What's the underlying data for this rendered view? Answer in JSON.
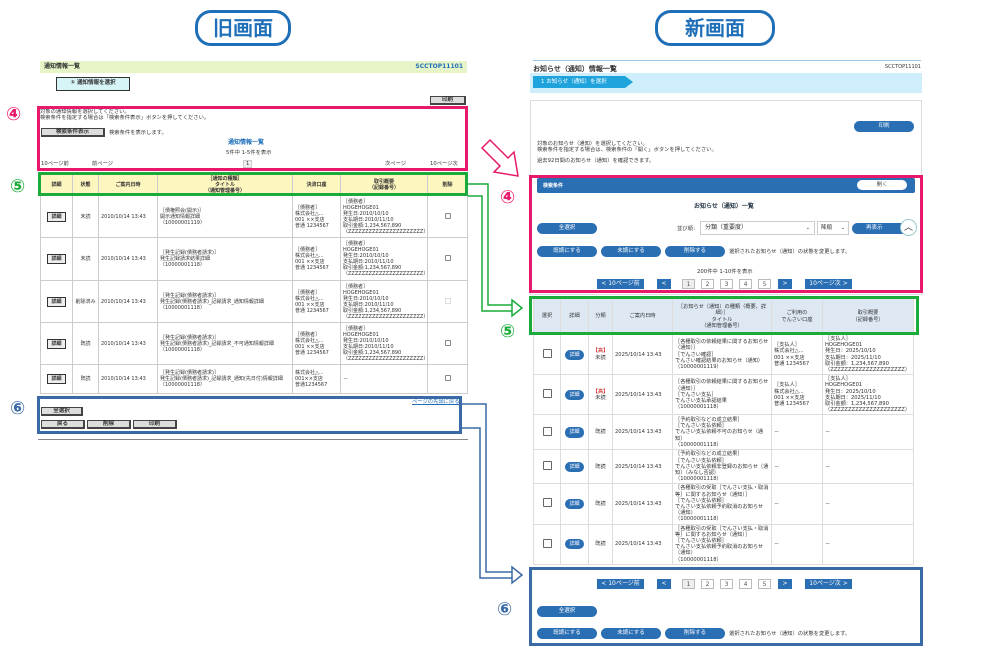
{
  "labels": {
    "old": "旧画面",
    "new": "新画面",
    "n4": "④",
    "n5": "⑤",
    "n6": "⑥"
  },
  "colors": {
    "accent": "#1e6fb8",
    "pink": "#e8196b",
    "green": "#1aab3a",
    "blue": "#3a6aa5"
  },
  "old": {
    "title": "通知情報一覧",
    "screen_id": "SCCTOP11101",
    "step": "① 通知情報を選択",
    "print_top": "印刷",
    "instructions": [
      "対象の通知情報を選択してください。",
      "検索条件を指定する場合は「検索条件表示」ボタンを押してください。"
    ],
    "search_button": "検索条件表示",
    "search_hint": "検索条件を表示します。",
    "list_title": "通知情報一覧",
    "count": "5件中 1-5件を表示",
    "pager": {
      "prev10": "10ページ前",
      "prev": "前ページ",
      "page": "1",
      "next": "次ページ",
      "next10": "10ページ次"
    },
    "columns": [
      "詳細",
      "状態",
      "ご案内日時",
      "［通知の種類］\nタイトル\n（通知管理番号）",
      "決済口座",
      "取引概要\n（記録番号）",
      "削除"
    ],
    "detail_label": "詳細",
    "rows": [
      {
        "status": "未読",
        "date": "2010/10/14 13:43",
        "title": "［債権照会(開示)］\n開示通知情報詳細\n（10000001119）",
        "account": "［債務者］\n株式会社△...\n001 ××支店\n普通 1234567",
        "summary": "［債務者］\nHOGEHOGE01\n発生日:2010/10/10\n支払期日:2010/11/10\n取引金額:1,234,567,890\n（ZZZZZZZZZZZZZZZZZZZZZZ）",
        "disabled": false
      },
      {
        "status": "未読",
        "date": "2010/10/14 13:43",
        "title": "［発生記録(債務者請求)］\n発生記録請求結果詳細\n（10000001118）",
        "account": "［債務者］\n株式会社△...\n001 ××支店\n普通 1234567",
        "summary": "［債務者］\nHOGEHOGE01\n発生日:2010/10/10\n支払期日:2010/11/10\n取引金額:1,234,567,890\n（ZZZZZZZZZZZZZZZZZZZZZZ）",
        "disabled": false
      },
      {
        "status": "削除済み",
        "date": "2010/10/14 13:43",
        "title": "［発生記録(債務者請求)］\n発生記録(債務者請求)_記録請求_通知情報詳細\n（10000001118）",
        "account": "［債務者］\n株式会社△...\n001 ××支店\n普通 1234567",
        "summary": "［債務者］\nHOGEHOGE01\n発生日:2010/10/10\n支払期日:2010/11/10\n取引金額:1,234,567,890\n（ZZZZZZZZZZZZZZZZZZZZZZ）",
        "disabled": true
      },
      {
        "status": "既読",
        "date": "2010/10/14 13:43",
        "title": "［発生記録(債務者請求)］\n発生記録(債務者請求)_記録請求_不可通知情報詳細\n（10000001118）",
        "account": "［債務者］\n株式会社△...\n001 ××支店\n普通 1234567",
        "summary": "［債務者］\nHOGEHOGE01\n発生日:2010/10/10\n支払期日:2010/11/10\n取引金額:1,234,567,890\n（ZZZZZZZZZZZZZZZZZZZZZZ）",
        "disabled": false
      },
      {
        "status": "既読",
        "date": "2010/10/14 13:43",
        "title": "［発生記録(債務者請求)］\n発生記録(債務者請求)_記録請求_通知(先日付)情報詳細\n（10000001118）",
        "account": "株式会社△...\n001××支店\n普通1234567",
        "summary": "－",
        "disabled": false
      }
    ],
    "back_to_top": "ページの先頭に戻る",
    "select_all": "全選択",
    "back": "戻る",
    "delete": "削除",
    "print": "印刷"
  },
  "new": {
    "title": "お知らせ（通知）情報一覧",
    "screen_id": "SCCTOP11101",
    "step": "1 お知らせ（通知）を選択",
    "print": "印刷",
    "instructions": [
      "対象のお知らせ（通知）を選択してください。",
      "検索条件を指定する場合は、検索条件の「開く」ボタンを押してください。"
    ],
    "note": "過去92日間のお知らせ（通知）を確認できます。",
    "search_header": "検索条件",
    "open": "開く",
    "list_title": "お知らせ（通知）一覧",
    "select_all": "全選択",
    "sort_label": "並び順：",
    "sort_value": "分類（重要度）",
    "order_value": "降順",
    "redisplay": "再表示",
    "mark_read": "既読にする",
    "mark_unread": "未読にする",
    "delete": "削除する",
    "action_hint": "選択されたお知らせ（通知）の状態を変更します。",
    "count": "200件中 1-10件を表示",
    "pager": {
      "prev10": "< 10ページ前",
      "prev": "<",
      "pages": [
        "1",
        "2",
        "3",
        "4",
        "5"
      ],
      "next": ">",
      "next10": "10ページ次 >"
    },
    "columns": [
      "選択",
      "詳細",
      "分類",
      "ご案内日時",
      "［お知らせ（通知）の種類（概要、詳細）］\nタイトル\n（通知管理番号）",
      "ご利用の\nでんさい口座",
      "取引概要\n（記録番号）"
    ],
    "detail_label": "詳細",
    "rows": [
      {
        "priority": "【高】",
        "status": "未読",
        "date": "2025/10/14 13:43",
        "title": "［各種取引の依頼結果に関するお知らせ（通知）］\n［でんさい確認］\nでんさい確認結果のお知らせ（通知）\n（10000001119）",
        "account": "［支払人］\n株式会社△...\n001 ××支店\n普通 1234567",
        "summary": "［支払人］\nHOGEHOGE01\n発生日：2025/10/10\n支払期日：2025/11/10\n取引金額：1,234,567,890\n（ZZZZZZZZZZZZZZZZZZZZZ）"
      },
      {
        "priority": "【高】",
        "status": "未読",
        "date": "2025/10/14 13:43",
        "title": "［各種取引の依頼結果に関するお知らせ（通知）］\n［でんさい支払］\nでんさい支払承認結果\n（10000001118）",
        "account": "［支払人］\n株式会社△...\n001 ××支店\n普通 1234567",
        "summary": "［支払人］\nHOGEHOGE01\n発生日：2025/10/10\n支払期日：2025/11/10\n取引金額：1,234,567,890\n（ZZZZZZZZZZZZZZZZZZZZZ）"
      },
      {
        "priority": "",
        "status": "既読",
        "date": "2025/10/14 13:43",
        "title": "［予約取引などの成立結果］\n［でんさい支払依頼］\nでんさい支払依頼不可のお知らせ（通知）\n（10000001118）",
        "account": "－",
        "summary": "－"
      },
      {
        "priority": "",
        "status": "既読",
        "date": "2025/10/14 13:43",
        "title": "［予約取引などの成立結果］\n［でんさい支払依頼］\nでんさい支払依頼非登録のお知らせ（通知）（みなし否認）\n（10000001118）",
        "account": "－",
        "summary": "－"
      },
      {
        "priority": "",
        "status": "既読",
        "date": "2025/10/14 13:43",
        "title": "［各種取引の受取［でんさい支払・取消等］に関するお知らせ（通知）］\n［でんさい支払依頼］\nでんさい支払依頼予約取消のお知らせ（通知）\n（10000001118）",
        "account": "－",
        "summary": "－"
      },
      {
        "priority": "",
        "status": "既読",
        "date": "2025/10/14 13:43",
        "title": "［各種取引の受取［でんさい支払・取消等］に関するお知らせ（通知）］\n［でんさい支払依頼］\nでんさい支払依頼予約取消のお知らせ（通知）\n（10000001118）",
        "account": "－",
        "summary": "－"
      }
    ]
  }
}
